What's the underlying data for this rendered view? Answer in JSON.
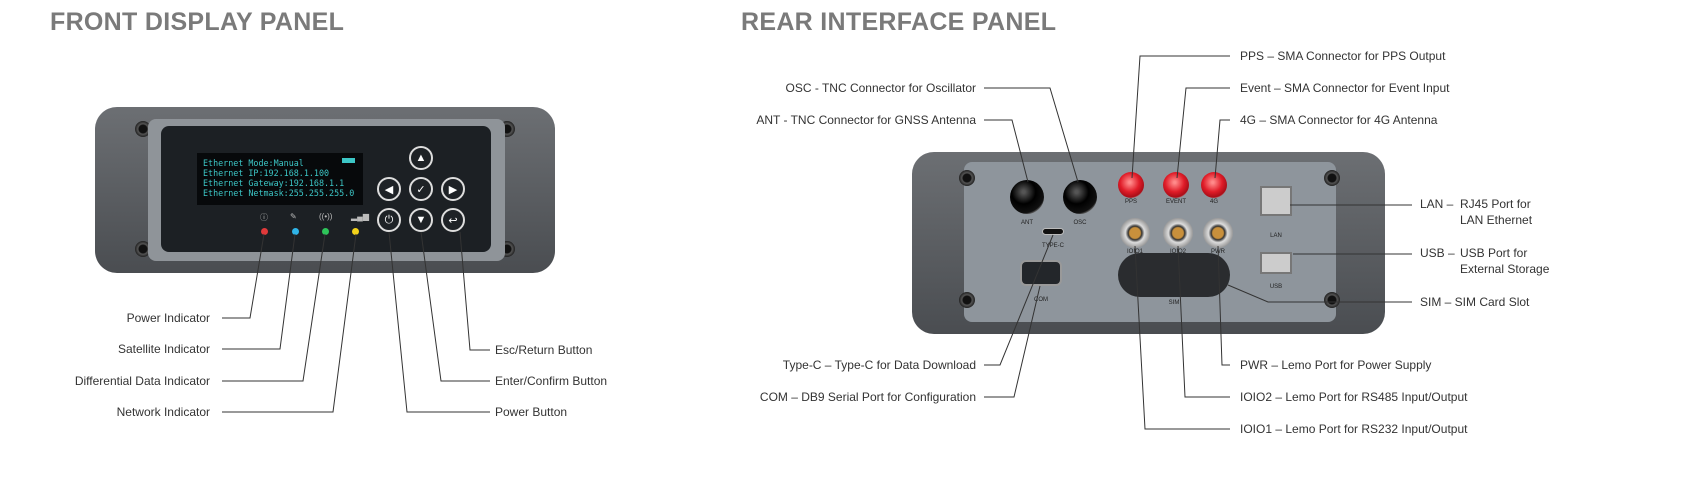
{
  "front": {
    "title": "FRONT DISPLAY PANEL",
    "screen_lines": [
      "Ethernet Mode:Manual",
      "Ethernet IP:192.168.1.100",
      "Ethernet Gateway:192.168.1.1",
      "Ethernet Netmask:255.255.255.0"
    ],
    "buttons": {
      "up": "▲",
      "left": "◀",
      "enter": "✓",
      "right": "▶",
      "power": "⏻",
      "down": "▼",
      "esc": "↩"
    },
    "led_colors": {
      "power": "#e0393a",
      "satellite": "#2fb4e8",
      "differential": "#2ec45a",
      "network": "#f2d21a"
    },
    "left_labels": [
      "Power Indicator",
      "Satellite Indicator",
      "Differential Data Indicator",
      "Network Indicator"
    ],
    "right_labels": [
      "Esc/Return Button",
      "Enter/Confirm Button",
      "Power Button"
    ]
  },
  "rear": {
    "title": "REAR INTERFACE PANEL",
    "port_marks": {
      "ant": "ANT",
      "osc": "OSC",
      "pps": "PPS",
      "event": "EVENT",
      "g4": "4G",
      "ioio1": "IOIO1",
      "ioio2": "IOIO2",
      "pwr": "PWR",
      "typec": "TYPE-C",
      "com": "COM",
      "sim": "SIM",
      "lan": "LAN",
      "usb": "USB"
    },
    "labels": {
      "pps": "PPS – SMA Connector for PPS Output",
      "osc": "OSC - TNC Connector for Oscillator",
      "event": "Event – SMA Connector for Event Input",
      "ant": "ANT - TNC Connector for GNSS Antenna",
      "g4": "4G – SMA Connector for 4G Antenna",
      "lan_a": "LAN –",
      "lan_b": "RJ45 Port for",
      "lan_c": "LAN Ethernet",
      "usb_a": "USB –",
      "usb_b": "USB Port for",
      "usb_c": "External Storage",
      "sim": "SIM – SIM Card Slot",
      "typec": "Type-C – Type-C for Data Download",
      "com": "COM – DB9 Serial Port for Configuration",
      "pwr": "PWR – Lemo Port for Power Supply",
      "ioio2": "IOIO2 – Lemo Port for RS485 Input/Output",
      "ioio1": "IOIO1 – Lemo Port for RS232 Input/Output"
    }
  }
}
